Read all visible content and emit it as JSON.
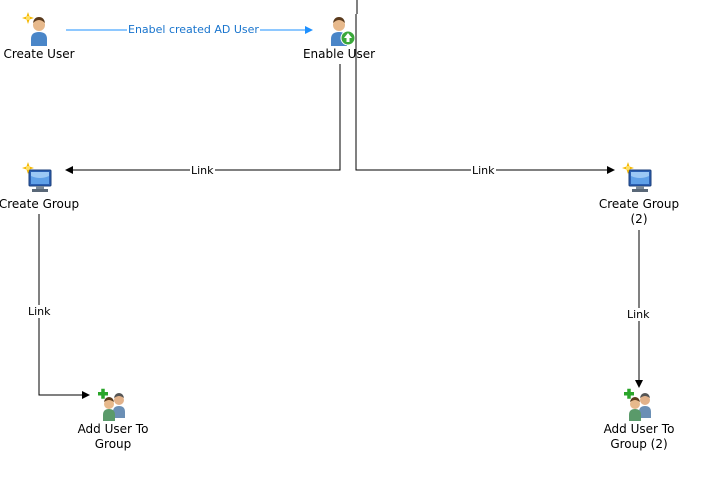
{
  "colors": {
    "connector": "#000000",
    "highlight_connector": "#1e90ff",
    "highlight_label": "#1874cd",
    "background": "#ffffff"
  },
  "nodes": {
    "create_user": {
      "label": "Create User",
      "icon": "user-create-icon"
    },
    "enable_user": {
      "label": "Enable User",
      "icon": "user-enable-icon"
    },
    "create_group": {
      "label": "Create Group",
      "icon": "group-create-icon"
    },
    "create_group_2": {
      "label": "Create Group\n(2)",
      "icon": "group-create-icon"
    },
    "add_user_to_group": {
      "label": "Add User To\nGroup",
      "icon": "add-user-to-group-icon"
    },
    "add_user_to_group_2": {
      "label": "Add User To\nGroup (2)",
      "icon": "add-user-to-group-icon"
    }
  },
  "connectors": {
    "create_user_to_enable_user": "Enabel created AD User",
    "enable_user_to_create_group": "Link",
    "enable_user_to_create_group_2": "Link",
    "create_group_to_add_user": "Link",
    "create_group_2_to_add_user_2": "Link"
  }
}
